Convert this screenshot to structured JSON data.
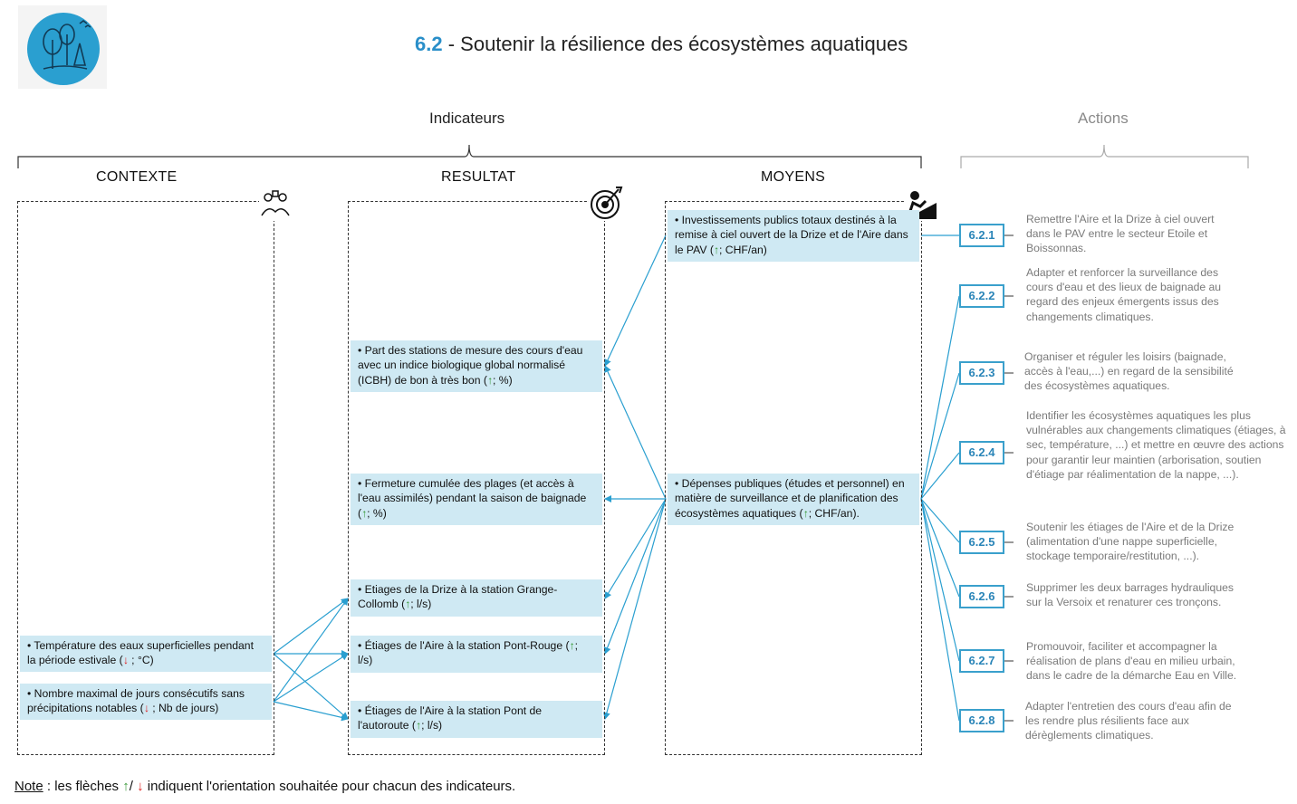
{
  "header": {
    "title_number": "6.2",
    "title_text": "- Soutenir la résilience des écosystèmes aquatiques"
  },
  "sections": {
    "indicateurs": "Indicateurs",
    "actions": "Actions"
  },
  "columns": {
    "contexte": "CONTEXTE",
    "resultat": "RESULTAT",
    "moyens": "MOYENS"
  },
  "arrows": {
    "up": "↑",
    "down": "↓"
  },
  "contexte": [
    {
      "text": "• Température des eaux superficielles pendant la période estivale (",
      "dir": "↓",
      "unit": " ; °C)"
    },
    {
      "text": "• Nombre maximal de jours consécutifs sans précipitations notables (",
      "dir": "↓",
      "unit": " ; Nb de jours)"
    }
  ],
  "resultat": [
    {
      "text": "• Part des stations de mesure des cours d'eau avec un indice biologique global normalisé (ICBH) de bon à très bon (",
      "dir": "↑",
      "unit": "; %)"
    },
    {
      "text": "• Fermeture cumulée des plages (et accès à l'eau assimilés) pendant la saison de baignade (",
      "dir": "↑",
      "unit": "; %)"
    },
    {
      "text": "•  Etiages de la Drize à la station Grange-Collomb (",
      "dir": "↑",
      "unit": "; l/s)"
    },
    {
      "text": "•  Étiages de l'Aire à la station Pont-Rouge (",
      "dir": "↑",
      "unit": "; l/s)"
    },
    {
      "text": "•  Étiages de l'Aire à la station Pont de l'autoroute (",
      "dir": "↑",
      "unit": "; l/s)"
    }
  ],
  "moyens": [
    {
      "text": "• Investissements publics totaux destinés à la remise à ciel ouvert de la Drize et de l'Aire dans le PAV (",
      "dir": "↑",
      "unit": "; CHF/an)"
    },
    {
      "text": "• Dépenses publiques (études et personnel) en matière de surveillance et de planification des écosystèmes aquatiques (",
      "dir": "↑",
      "unit": "; CHF/an)."
    }
  ],
  "actions": [
    {
      "code": "6.2.1",
      "desc": "Remettre l'Aire et la Drize à ciel ouvert dans le PAV entre le secteur Etoile et Boissonnas."
    },
    {
      "code": "6.2.2",
      "desc": "Adapter et renforcer la surveillance des cours d'eau et des lieux de baignade au regard des enjeux émergents issus des changements climatiques."
    },
    {
      "code": "6.2.3",
      "desc": "Organiser et réguler les loisirs (baignade, accès à l'eau,...) en regard de la sensibilité des écosystèmes aquatiques."
    },
    {
      "code": "6.2.4",
      "desc": "Identifier les écosystèmes aquatiques les plus vulnérables aux changements climatiques (étiages, à sec, température, ...) et mettre en œuvre des actions pour garantir leur maintien (arborisation, soutien d'étiage par réalimentation de la nappe, ...)."
    },
    {
      "code": "6.2.5",
      "desc": "Soutenir les étiages de l'Aire et de la Drize (alimentation d'une nappe superficielle, stockage temporaire/restitution, ...)."
    },
    {
      "code": "6.2.6",
      "desc": "Supprimer les deux barrages hydrauliques sur la Versoix et renaturer ces tronçons."
    },
    {
      "code": "6.2.7",
      "desc": "Promouvoir, faciliter et accompagner la réalisation de plans d'eau en milieu urbain, dans le cadre de la démarche Eau en Ville."
    },
    {
      "code": "6.2.8",
      "desc": "Adapter l'entretien des cours d'eau afin de les rendre plus résilients face aux dérèglements climatiques."
    }
  ],
  "icons": {
    "logo": "trees-logo",
    "contexte": "people-money-icon",
    "resultat": "target-icon",
    "moyens": "climber-icon"
  },
  "colors": {
    "accent": "#2a8fc9",
    "box": "#cfe9f3",
    "line": "#2a9fd0",
    "up": "#3a9a3a",
    "down": "#e02020"
  },
  "note": {
    "label": "Note",
    "text_a": " : les flèches ",
    "up": "↑",
    "slash": "/ ",
    "down": "↓",
    "text_b": " indiquent l'orientation souhaitée pour chacun des indicateurs."
  }
}
